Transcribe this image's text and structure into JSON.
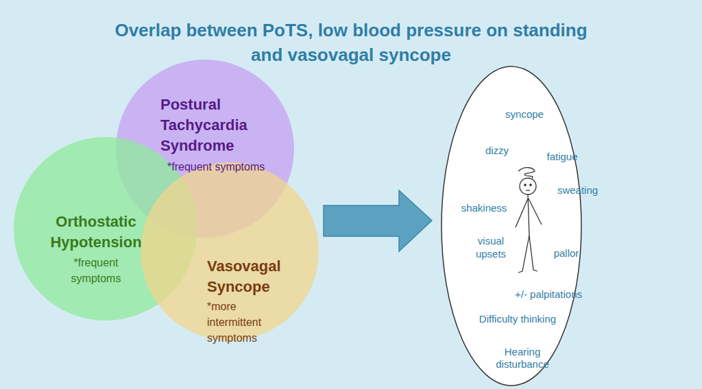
{
  "diagram": {
    "title": "Overlap between PoTS, low blood pressure on standing and vasovagal syncope",
    "nodes": [
      {
        "text": [
          "Postural Tachycardia Syndrome",
          "*frequent symptoms"
        ]
      },
      {
        "text": [
          "Orthostatic Hypotension",
          "*frequent symptoms"
        ]
      },
      {
        "text": [
          "Vasovagal Syncope",
          "*more intermittent symptoms"
        ]
      },
      {
        "text": [
          "syncope",
          "dizzy",
          "fatigue",
          "sweating",
          "shakiness",
          "visual upsets",
          "pallor",
          "+/- palpitations",
          "Difficulty thinking",
          "Hearing disturbance"
        ]
      }
    ]
  }
}
